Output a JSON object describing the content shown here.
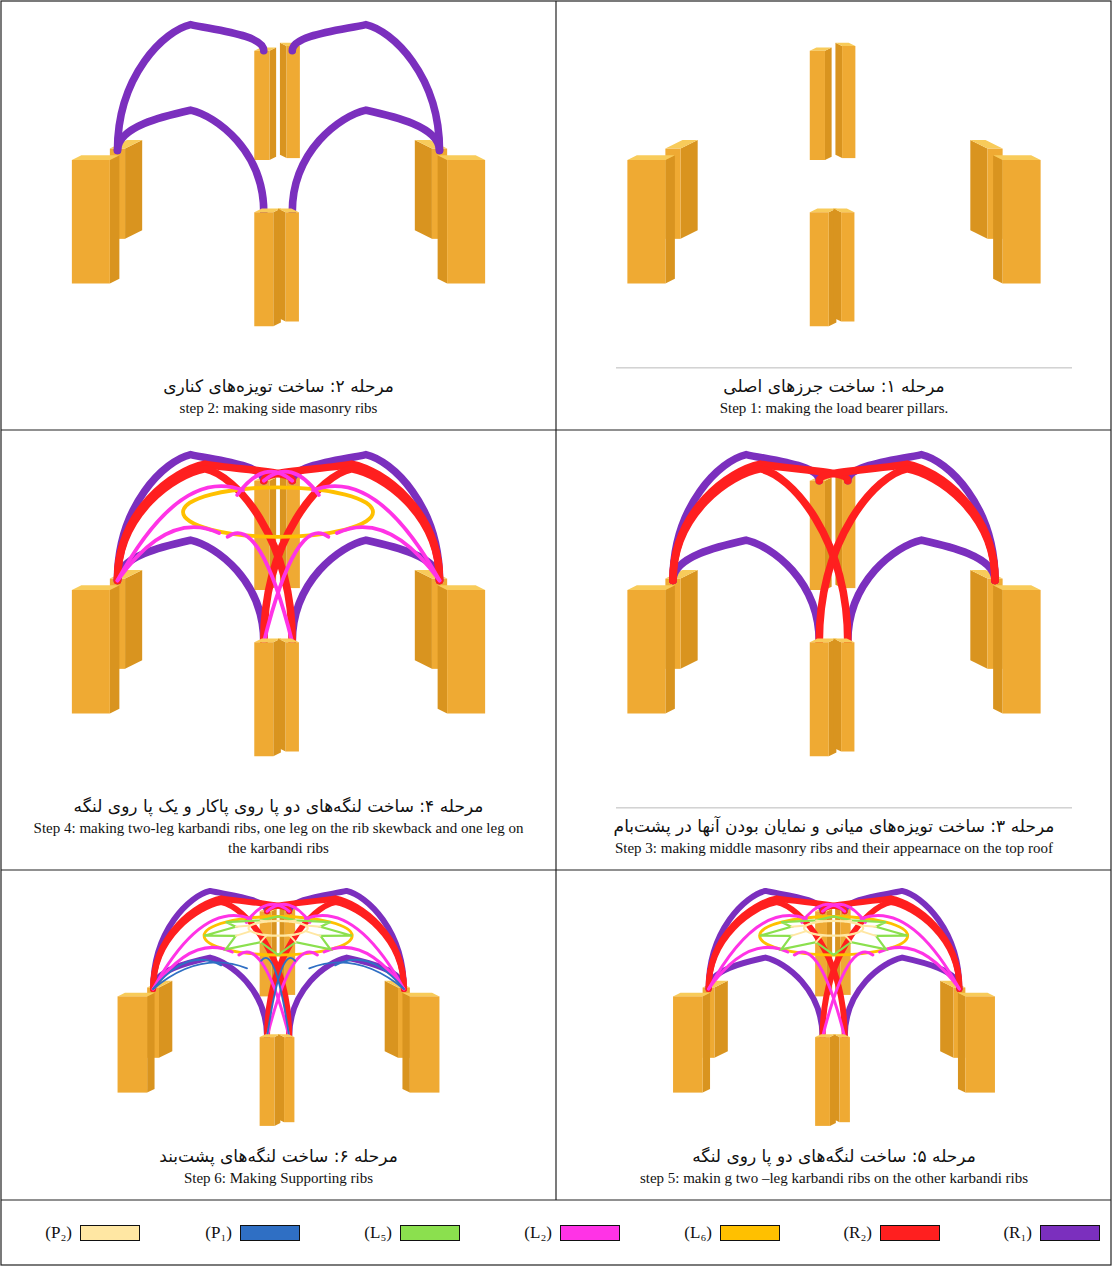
{
  "diagram": {
    "nodes": [
      {
        "text": [
          "مرحله ۱: ساخت جرزهای اصلی",
          "Step 1: making the load bearer pillars."
        ]
      },
      {
        "text": [
          "مرحله ۲: ساخت تویزه‌های کناری",
          "step 2: making side masonry ribs"
        ]
      },
      {
        "text": [
          "مرحله ۳: ساخت تویزه‌های میانی و نمایان بودن آنها در پشت‌بام",
          "Step 3: making middle masonry ribs and their appearnace on the top roof"
        ]
      },
      {
        "text": [
          "مرحله ۴: ساخت لنگه‌های دو پا روی پاکار و یک پا روی لنگه",
          "Step 4: making two-leg karbandi ribs, one leg on the rib skewback and one leg on the karbandi ribs"
        ]
      },
      {
        "text": [
          "مرحله ۵: ساخت لنگه‌های دو پا روی لنگه",
          "step 5: makin g two –leg karbandi ribs on the other karbandi ribs"
        ]
      },
      {
        "text": [
          "مرحله ۶: ساخت لنگه‌های پشت‌بند",
          "Step 6: Making Supporting ribs"
        ]
      }
    ],
    "legend": [
      {
        "text": "(R₁)",
        "color": "#7b2fbe"
      },
      {
        "text": "(R₂)",
        "color": "#ff1f1f"
      },
      {
        "text": "(L₆)",
        "color": "#ffc000"
      },
      {
        "text": "(L₂)",
        "color": "#ff33e6"
      },
      {
        "text": "(L₅)",
        "color": "#8be04e"
      },
      {
        "text": "(P₁)",
        "color": "#2f6fc4"
      },
      {
        "text": "(P₂)",
        "color": "#ffe7a3"
      }
    ]
  }
}
